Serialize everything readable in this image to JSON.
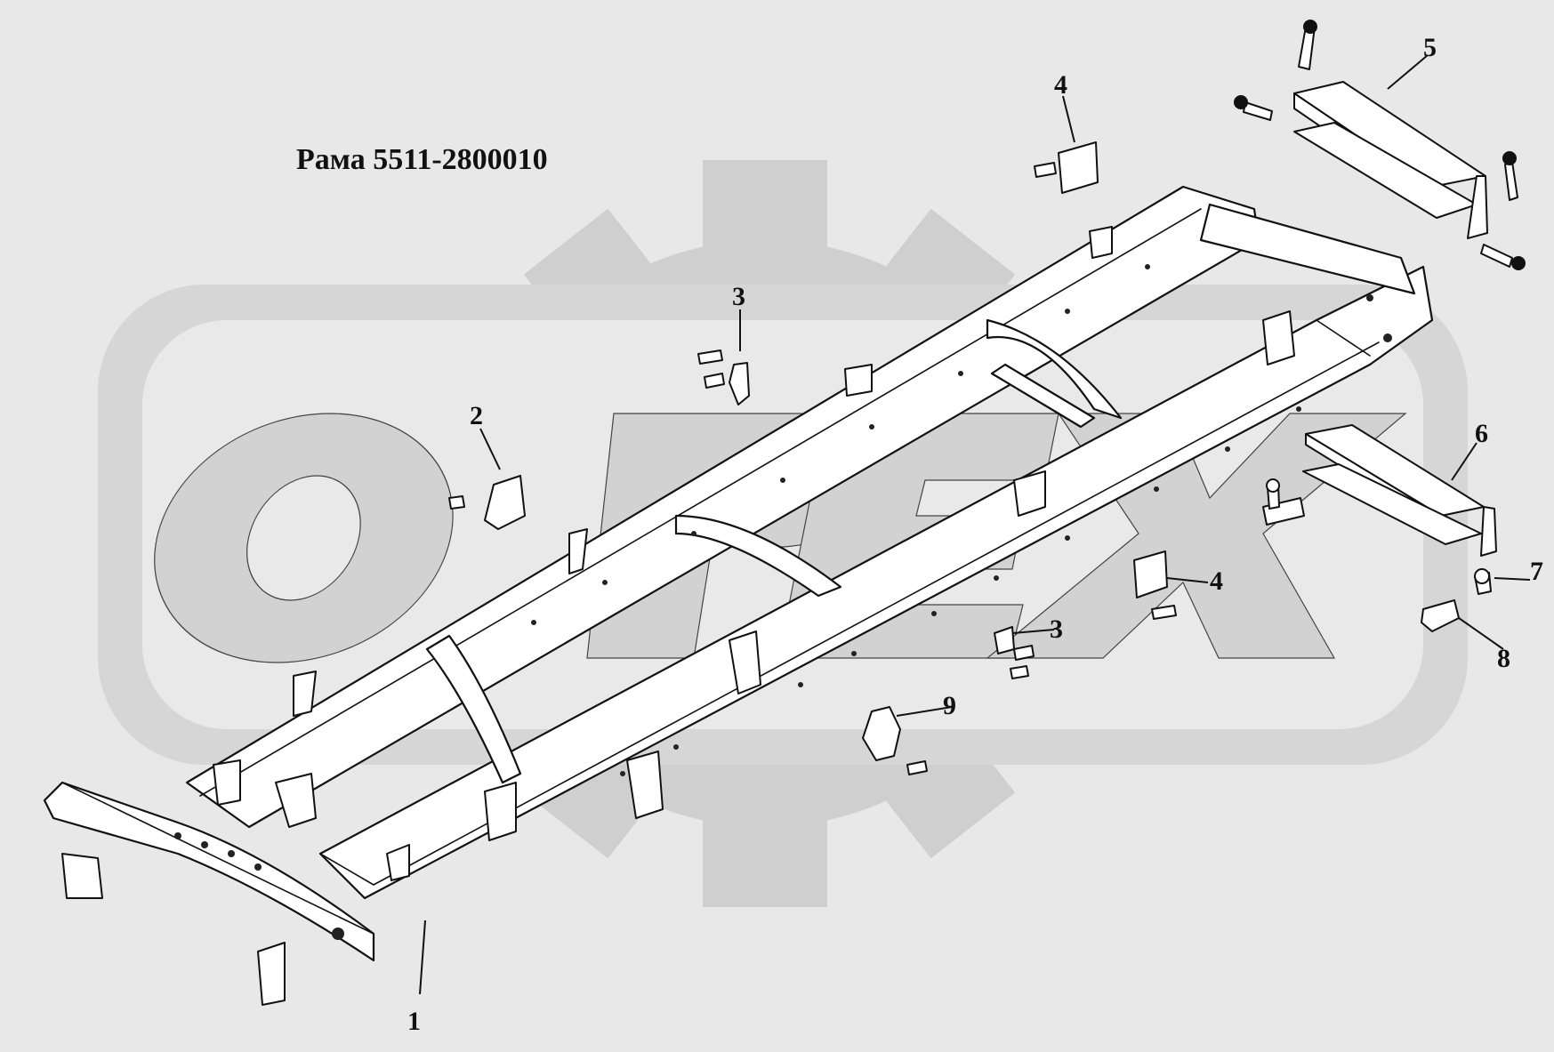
{
  "diagram": {
    "title": "Рама 5511-2800010",
    "callouts": [
      {
        "id": "c1a",
        "label": "1"
      },
      {
        "id": "c2",
        "label": "2"
      },
      {
        "id": "c3a",
        "label": "3"
      },
      {
        "id": "c3b",
        "label": "3"
      },
      {
        "id": "c4a",
        "label": "4"
      },
      {
        "id": "c4b",
        "label": "4"
      },
      {
        "id": "c5",
        "label": "5"
      },
      {
        "id": "c6",
        "label": "6"
      },
      {
        "id": "c7",
        "label": "7"
      },
      {
        "id": "c8",
        "label": "8"
      },
      {
        "id": "c9",
        "label": "9"
      }
    ],
    "watermark": "ОРЕХ"
  }
}
